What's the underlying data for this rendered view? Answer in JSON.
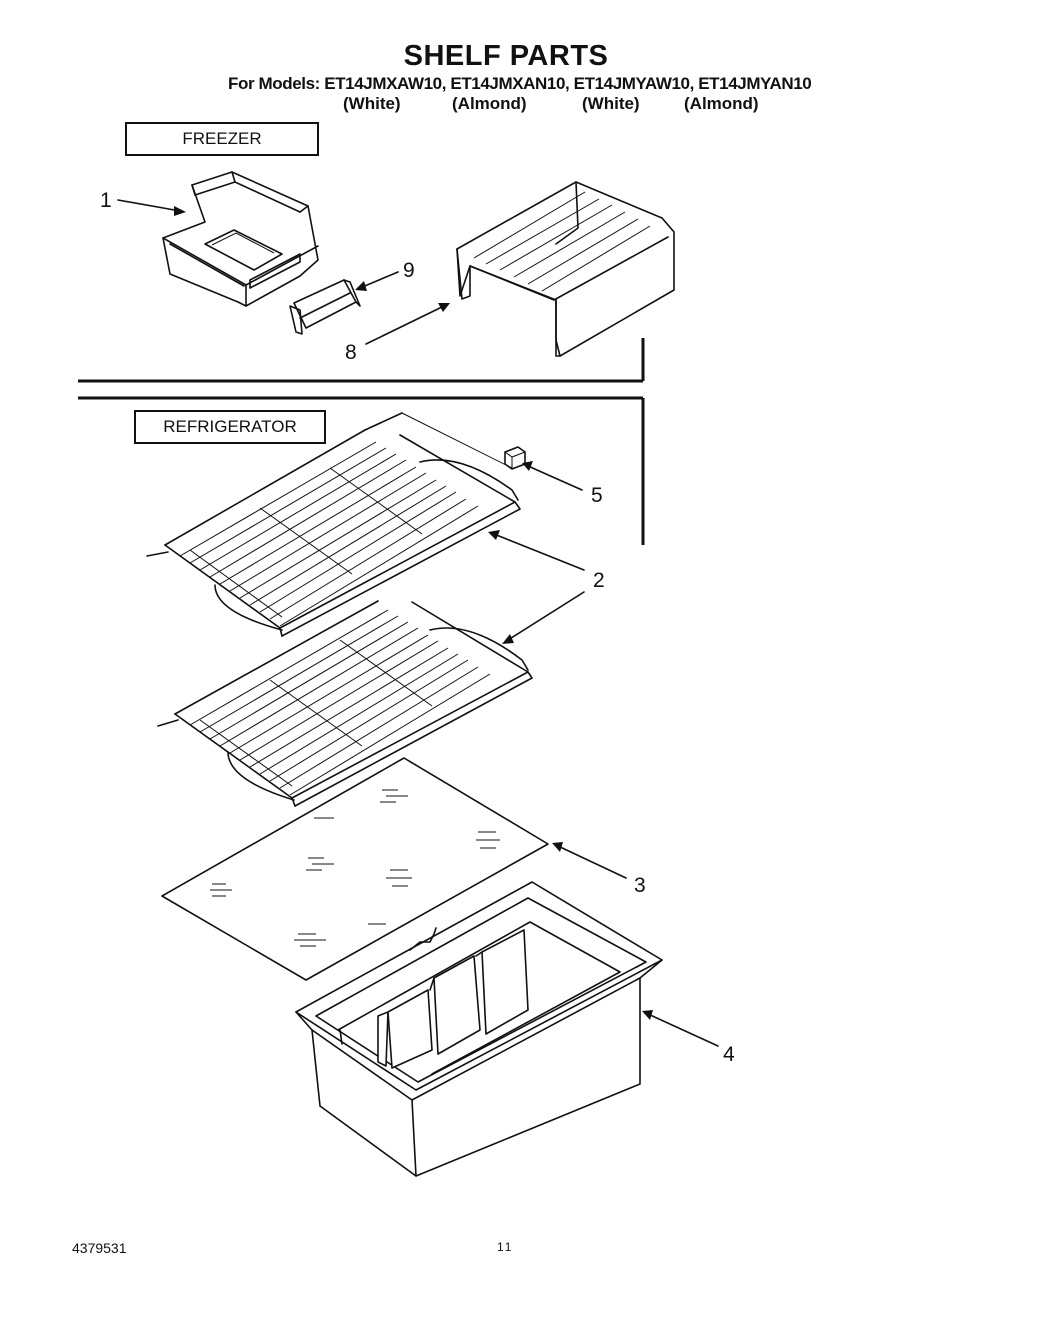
{
  "header": {
    "title": "SHELF PARTS",
    "models_line": "For Models: ET14JMXAW10, ET14JMXAN10, ET14JMYAW10, ET14JMYAN10",
    "variants": [
      "(White)",
      "(Almond)",
      "(White)",
      "(Almond)"
    ]
  },
  "sections": {
    "freezer": "FREEZER",
    "refrigerator": "REFRIGERATOR"
  },
  "callouts": {
    "c1": "1",
    "c2": "2",
    "c3": "3",
    "c4": "4",
    "c5": "5",
    "c8": "8",
    "c9": "9"
  },
  "parts": [
    {
      "ref": "1",
      "name": "freezer-basket"
    },
    {
      "ref": "2",
      "name": "wire-shelf"
    },
    {
      "ref": "3",
      "name": "glass-shelf"
    },
    {
      "ref": "4",
      "name": "crisper-pan"
    },
    {
      "ref": "5",
      "name": "shelf-stop"
    },
    {
      "ref": "8",
      "name": "freezer-shelf"
    },
    {
      "ref": "9",
      "name": "basket-clip"
    }
  ],
  "footer": {
    "doc_number": "4379531",
    "page_number": "11"
  }
}
